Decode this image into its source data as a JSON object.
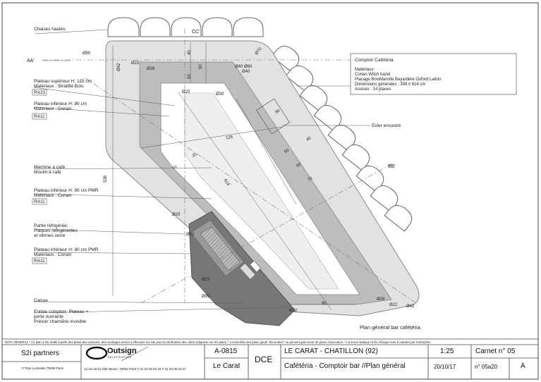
{
  "callouts": {
    "chairs": "Chaises hautes",
    "section_aa": "AA'",
    "section_cc": "CC'",
    "section_bb": "BB'",
    "top_upper_1": "Plateau supérieur H: 115 cm",
    "top_upper_2": "Matériaux : Stratifié Bois",
    "tag_rm23": "Rm23",
    "top_lower_1": "Plateau inférieur H: 90 cm",
    "top_lower_2": "Matériaux : Corian",
    "tag_rm11_a": "Rm11",
    "coffee_1": "Machine à café",
    "coffee_2": "Moulin à café",
    "pmr_1": "Plateau inférieur H: 90 cm PMR",
    "pmr_2": "Matériaux : Corian",
    "tag_rm11_b": "Rm11",
    "fridge_1": "Partie réfrigérée:",
    "fridge_2": "Plaques réfrigérantes",
    "fridge_3": "et vitrines verre",
    "low80_1": "Plateau inférieur H: 80 cm PMR",
    "low80_2": "Matériaux : Corian",
    "tag_rm11_c": "Rm11",
    "cash": "Caisse",
    "entry_1": "Entrée comptoir: Plateau +",
    "entry_2": "porte ouvrante",
    "entry_3": "Prévoir charnière invisible",
    "sink": "Evier encastré",
    "plan_title": "Plan général bar cafétéria"
  },
  "dims": {
    "d50": "Ø50",
    "d22a": "Ø22",
    "d42a": "Ø42",
    "d28": "Ø28",
    "d20a": "Ø20",
    "d30": "Ø30",
    "d70": "Ø70",
    "d40a": "Ø40",
    "d60": "Ø60",
    "d40b": "Ø40",
    "v40": "40",
    "v50": "50",
    "v90": "90",
    "v90b": "90",
    "v126": "126",
    "v20": "20",
    "v70": "70",
    "v614": "614",
    "v536": "536",
    "v50b": "50",
    "v40b": "40",
    "v60b": "60",
    "v70b": "70",
    "d20b": "Ø20",
    "d22b": "Ø22",
    "d23": "Ø23",
    "d92": "Ø92",
    "d32": "Ø32",
    "v90c": "90",
    "d28b": "Ø28",
    "d22c": "Ø22",
    "d42b": "Ø42"
  },
  "spec": {
    "title": "Comptoir Cafétéria",
    "l1": "Matériaux:",
    "l2": "Corian Witch hazel",
    "l3": "Placage BoisMarotte Bayardère Oxford Laiton",
    "l4": "Dimensions générales : 308 x 614 cm",
    "l5": "Assises : 14 places"
  },
  "note": "NOTA GENERAL * Ce plan a été établi à partir des plans des existants, des sondages seront à effectuer sur site pour la vérification des côtes indiquées sur les plans. * L'ensemble des plans guide \"décoration\" ne peuvent pas servir de plans d'exécution. * La tenue statique et les charges sont à calculer par l'entreprise.",
  "title_block": {
    "firm": "S2i partners",
    "firm_addr": "77 Rue La Boétie 75008 Paris",
    "logo": "Outsign",
    "logo_sub": "ARCHITECTURE",
    "logo_addr": "12 rue de la Ville Neuve, 75002 Paris T 01 53 06 62 26 F 01 53 06 62 27",
    "code": "A-0815",
    "phase": "DCE",
    "site": "Le Carat",
    "project": "LE CARAT - CHATILLON (92)",
    "drawing": "Cafétéria - Comptoir bar //Plan général",
    "scale": "1:25",
    "date": "20/10/17",
    "carnet": "Carnet n° 05",
    "number": "n° 05a20",
    "rev": "A"
  }
}
